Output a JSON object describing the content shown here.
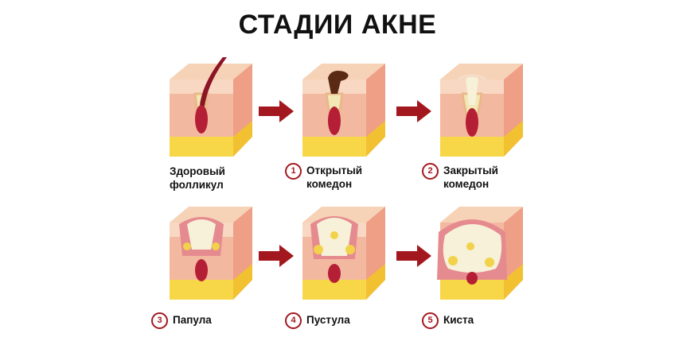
{
  "title": "СТАДИИ АКНЕ",
  "colors": {
    "accent": "#a3181e",
    "skin_top": "#f6d2b6",
    "skin_side": "#ef9f86",
    "fat": "#f7d648",
    "follicle": "#b51f35",
    "sebum": "#f2e7b5"
  },
  "stages": [
    {
      "number": "",
      "line1": "Здоровый",
      "line2": "фолликул",
      "icon": "healthy-follicle-icon"
    },
    {
      "number": "1",
      "line1": "Открытый",
      "line2": "комедон",
      "icon": "open-comedone-icon"
    },
    {
      "number": "2",
      "line1": "Закрытый",
      "line2": "комедон",
      "icon": "closed-comedone-icon"
    },
    {
      "number": "3",
      "line1": "Папула",
      "line2": "",
      "icon": "papule-icon"
    },
    {
      "number": "4",
      "line1": "Пустула",
      "line2": "",
      "icon": "pustule-icon"
    },
    {
      "number": "5",
      "line1": "Киста",
      "line2": "",
      "icon": "cyst-icon"
    }
  ],
  "arrows": [
    "arrow-icon",
    "arrow-icon",
    "arrow-icon",
    "arrow-icon"
  ]
}
